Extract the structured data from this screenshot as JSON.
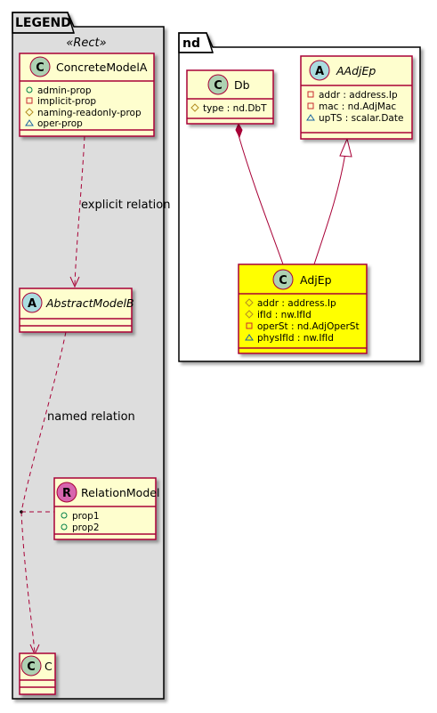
{
  "packages": {
    "legend": {
      "title": "LEGEND",
      "stereotype": "«Rect»",
      "classes": {
        "concrete": {
          "kind": "C",
          "name": "ConcreteModelA",
          "members": [
            {
              "vis": "+",
              "text": "admin-prop"
            },
            {
              "vis": "-",
              "text": "implicit-prop"
            },
            {
              "vis": "#",
              "text": "naming-readonly-prop"
            },
            {
              "vis": "~",
              "text": "oper-prop"
            }
          ]
        },
        "abstract": {
          "kind": "A",
          "name": "AbstractModelB"
        },
        "relation": {
          "kind": "R",
          "name": "RelationModel",
          "members": [
            {
              "vis": "+",
              "text": "prop1"
            },
            {
              "vis": "+",
              "text": "prop2"
            }
          ]
        },
        "c": {
          "kind": "C",
          "name": "C"
        }
      },
      "relations": {
        "explicit": "explicit relation",
        "named": "named relation"
      }
    },
    "nd": {
      "title": "nd",
      "classes": {
        "db": {
          "kind": "C",
          "name": "Db",
          "members": [
            {
              "vis": "#",
              "text": "type : nd.DbT"
            }
          ]
        },
        "aadjep": {
          "kind": "A",
          "name": "AAdjEp",
          "members": [
            {
              "vis": "-",
              "text": "addr : address.Ip"
            },
            {
              "vis": "-",
              "text": "mac : nd.AdjMac"
            },
            {
              "vis": "~",
              "text": "upTS : scalar.Date"
            }
          ]
        },
        "adjep": {
          "kind": "C",
          "name": "AdjEp",
          "members": [
            {
              "vis": "#",
              "text": "addr : address.Ip"
            },
            {
              "vis": "#",
              "text": "ifId : nw.IfId"
            },
            {
              "vis": "-",
              "text": "operSt : nd.AdjOperSt"
            },
            {
              "vis": "~",
              "text": "physIfId : nw.IfId"
            }
          ]
        }
      }
    }
  },
  "colors": {
    "class_fill": "#FEFECE",
    "class_border": "#A80036",
    "highlight_fill": "#FFFF00",
    "package_fill_legend": "#DDDDDD",
    "circle_class": "#ADD1B2",
    "circle_abstract": "#A9DCDF",
    "circle_relation": "#D765AE"
  }
}
